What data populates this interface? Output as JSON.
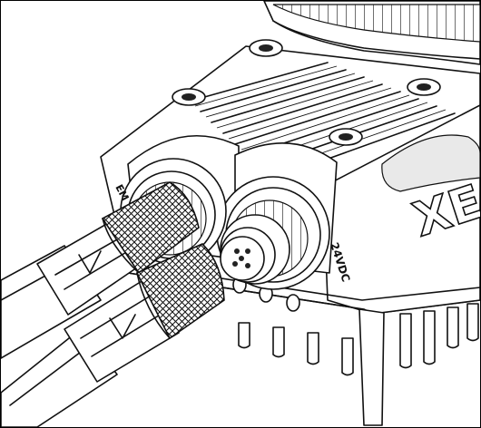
{
  "labels": {
    "port_left": "EM",
    "port_right": "24VDC",
    "brand": "XE"
  }
}
